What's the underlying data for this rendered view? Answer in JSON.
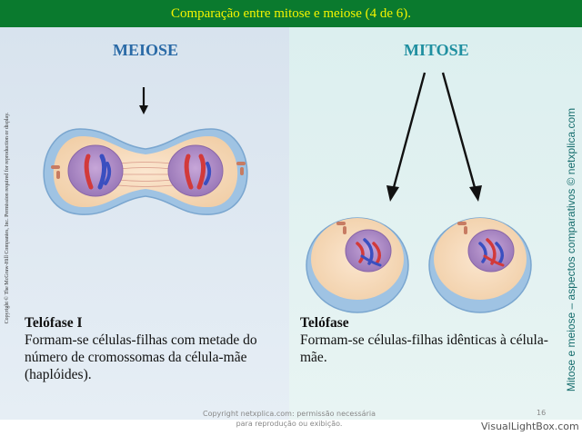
{
  "slide_title": "Comparação entre mitose e meiose (4 de 6).",
  "meiose": {
    "heading": "MEIOSE",
    "caption_title": "Telófase I",
    "caption_text": "Formam-se células-filhas com metade do número de cromossomas da célula-mãe (haplóides)."
  },
  "mitose": {
    "heading": "MITOSE",
    "caption_title": "Telófase",
    "caption_text": "Formam-se células-filhas idênticas à célula-mãe."
  },
  "copyright_left": "Copyright © The McGraw-Hill Companies, Inc. Permission required for reproduction or display.",
  "credit_right": "Mitose e meiose – aspectos comparativos © netxplica.com",
  "footer": "Copyright netxplica.com: permissão necessária para reprodução ou exibição.",
  "page_number": "16",
  "watermark": "VisualLightBox.com",
  "colors": {
    "title_bar": "#0a7a2e",
    "title_text": "#f4f400",
    "meiose_heading": "#2a6aa6",
    "mitose_heading": "#1f8fa0",
    "chromosome_red": "#d23a3a",
    "chromosome_blue": "#3a4fc0"
  }
}
